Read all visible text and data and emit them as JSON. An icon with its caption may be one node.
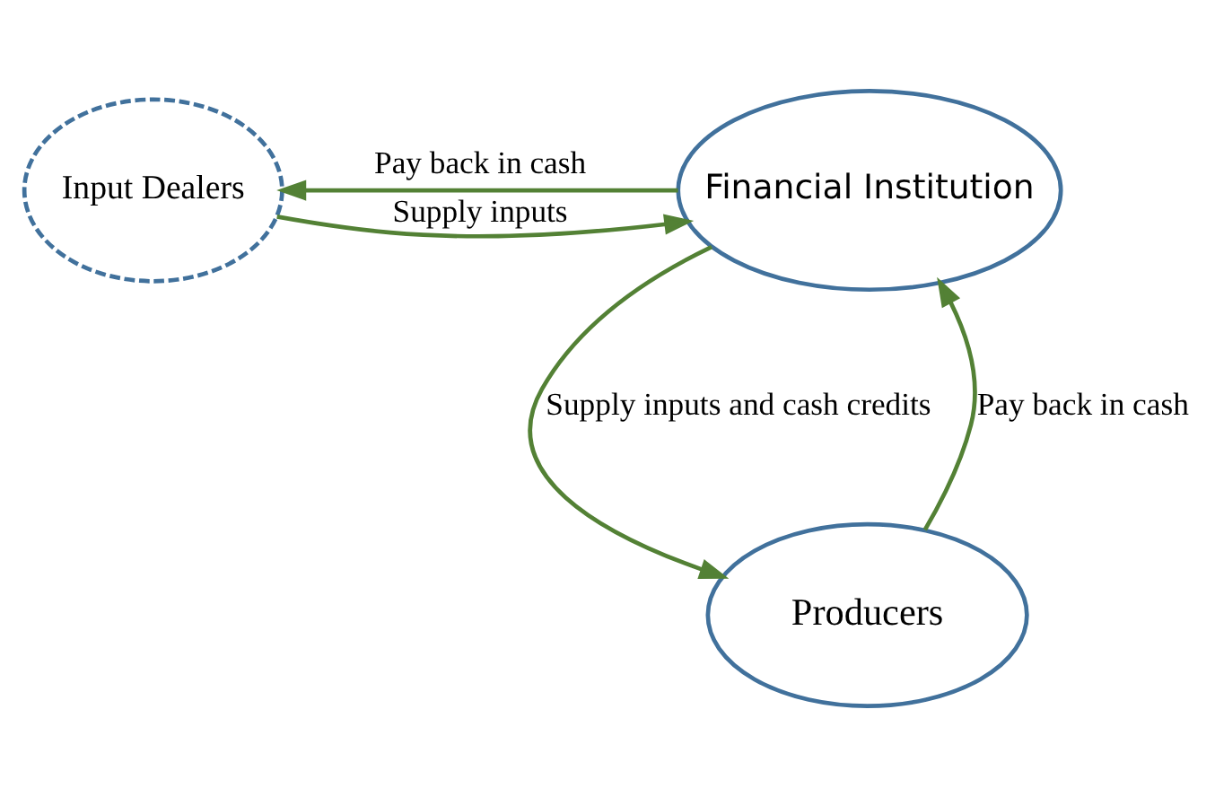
{
  "diagram": {
    "nodes": [
      {
        "text": [
          "Input Dealers"
        ]
      },
      {
        "text": [
          "Financial Institution"
        ]
      },
      {
        "text": [
          "Producers"
        ]
      }
    ],
    "edges": [
      {
        "from": 0,
        "to": 1,
        "arrow": "to",
        "label": "Supply inputs"
      },
      {
        "from": 1,
        "to": 0,
        "arrow": "to",
        "label": "Pay back in cash"
      },
      {
        "from": 1,
        "to": 2,
        "arrow": "to",
        "label": "Supply inputs and cash credits"
      },
      {
        "from": 2,
        "to": 1,
        "arrow": "to",
        "label": "Pay back in cash"
      }
    ]
  }
}
